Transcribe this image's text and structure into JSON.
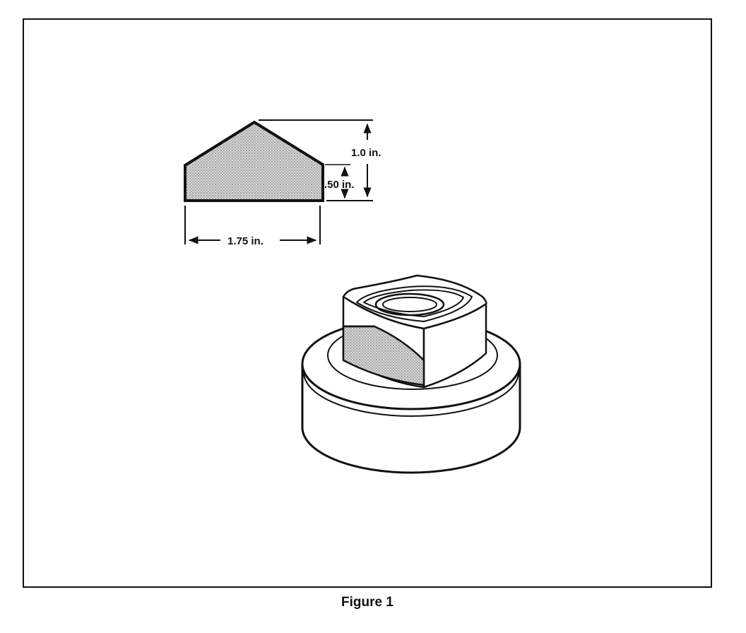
{
  "diagram": {
    "caption": "Figure 1",
    "dimension_labels": {
      "total_height": "1.0 in.",
      "side_height": ".50 in.",
      "width": "1.75 in."
    },
    "colors": {
      "ink": "#111111",
      "stipple": "#c9c9c9",
      "paper": "#ffffff"
    }
  }
}
